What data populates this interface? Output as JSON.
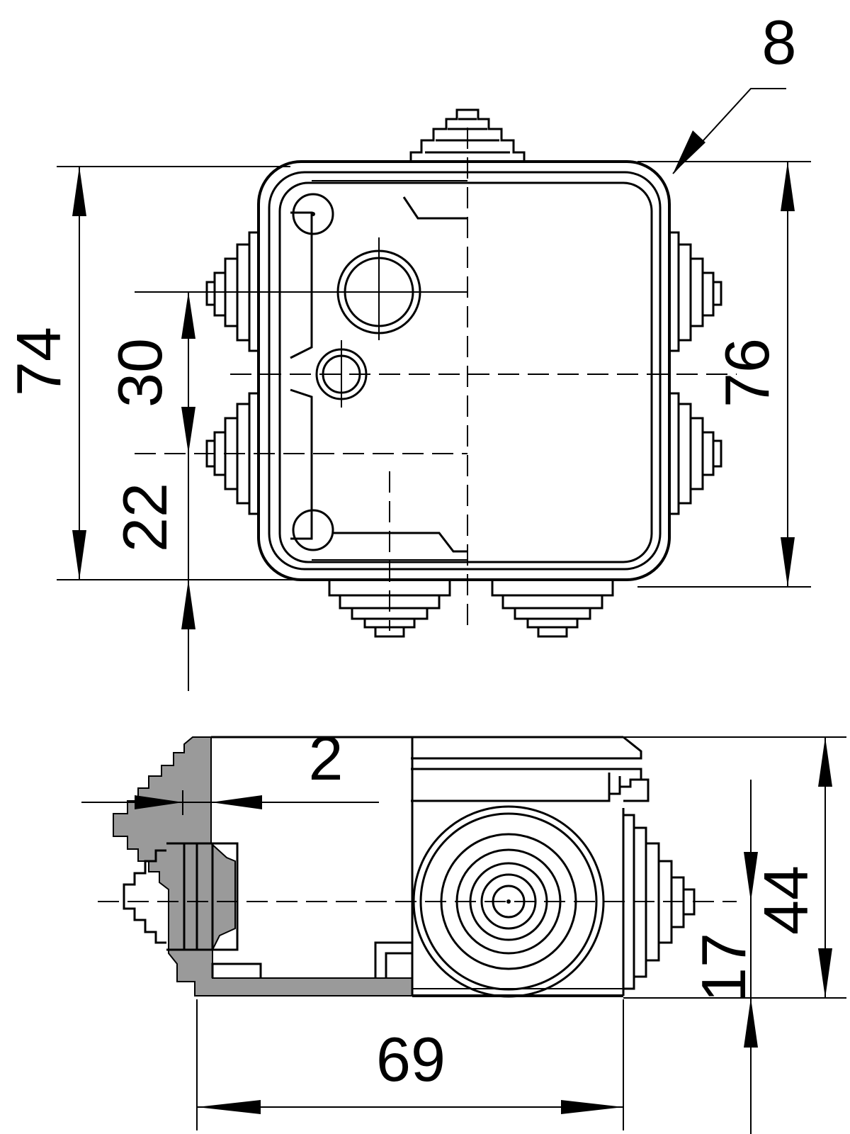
{
  "dimensions": {
    "top_view": {
      "height_outer": "74",
      "hole_spacing": "30",
      "offset_bottom": "22",
      "width_outer": "76",
      "corner_wall": "8"
    },
    "side_view": {
      "wall_thickness": "2",
      "height_total": "44",
      "height_center": "17",
      "depth": "69"
    }
  },
  "colors": {
    "line": "#000000",
    "section_fill": "#9a9a9a",
    "background": "#ffffff"
  }
}
